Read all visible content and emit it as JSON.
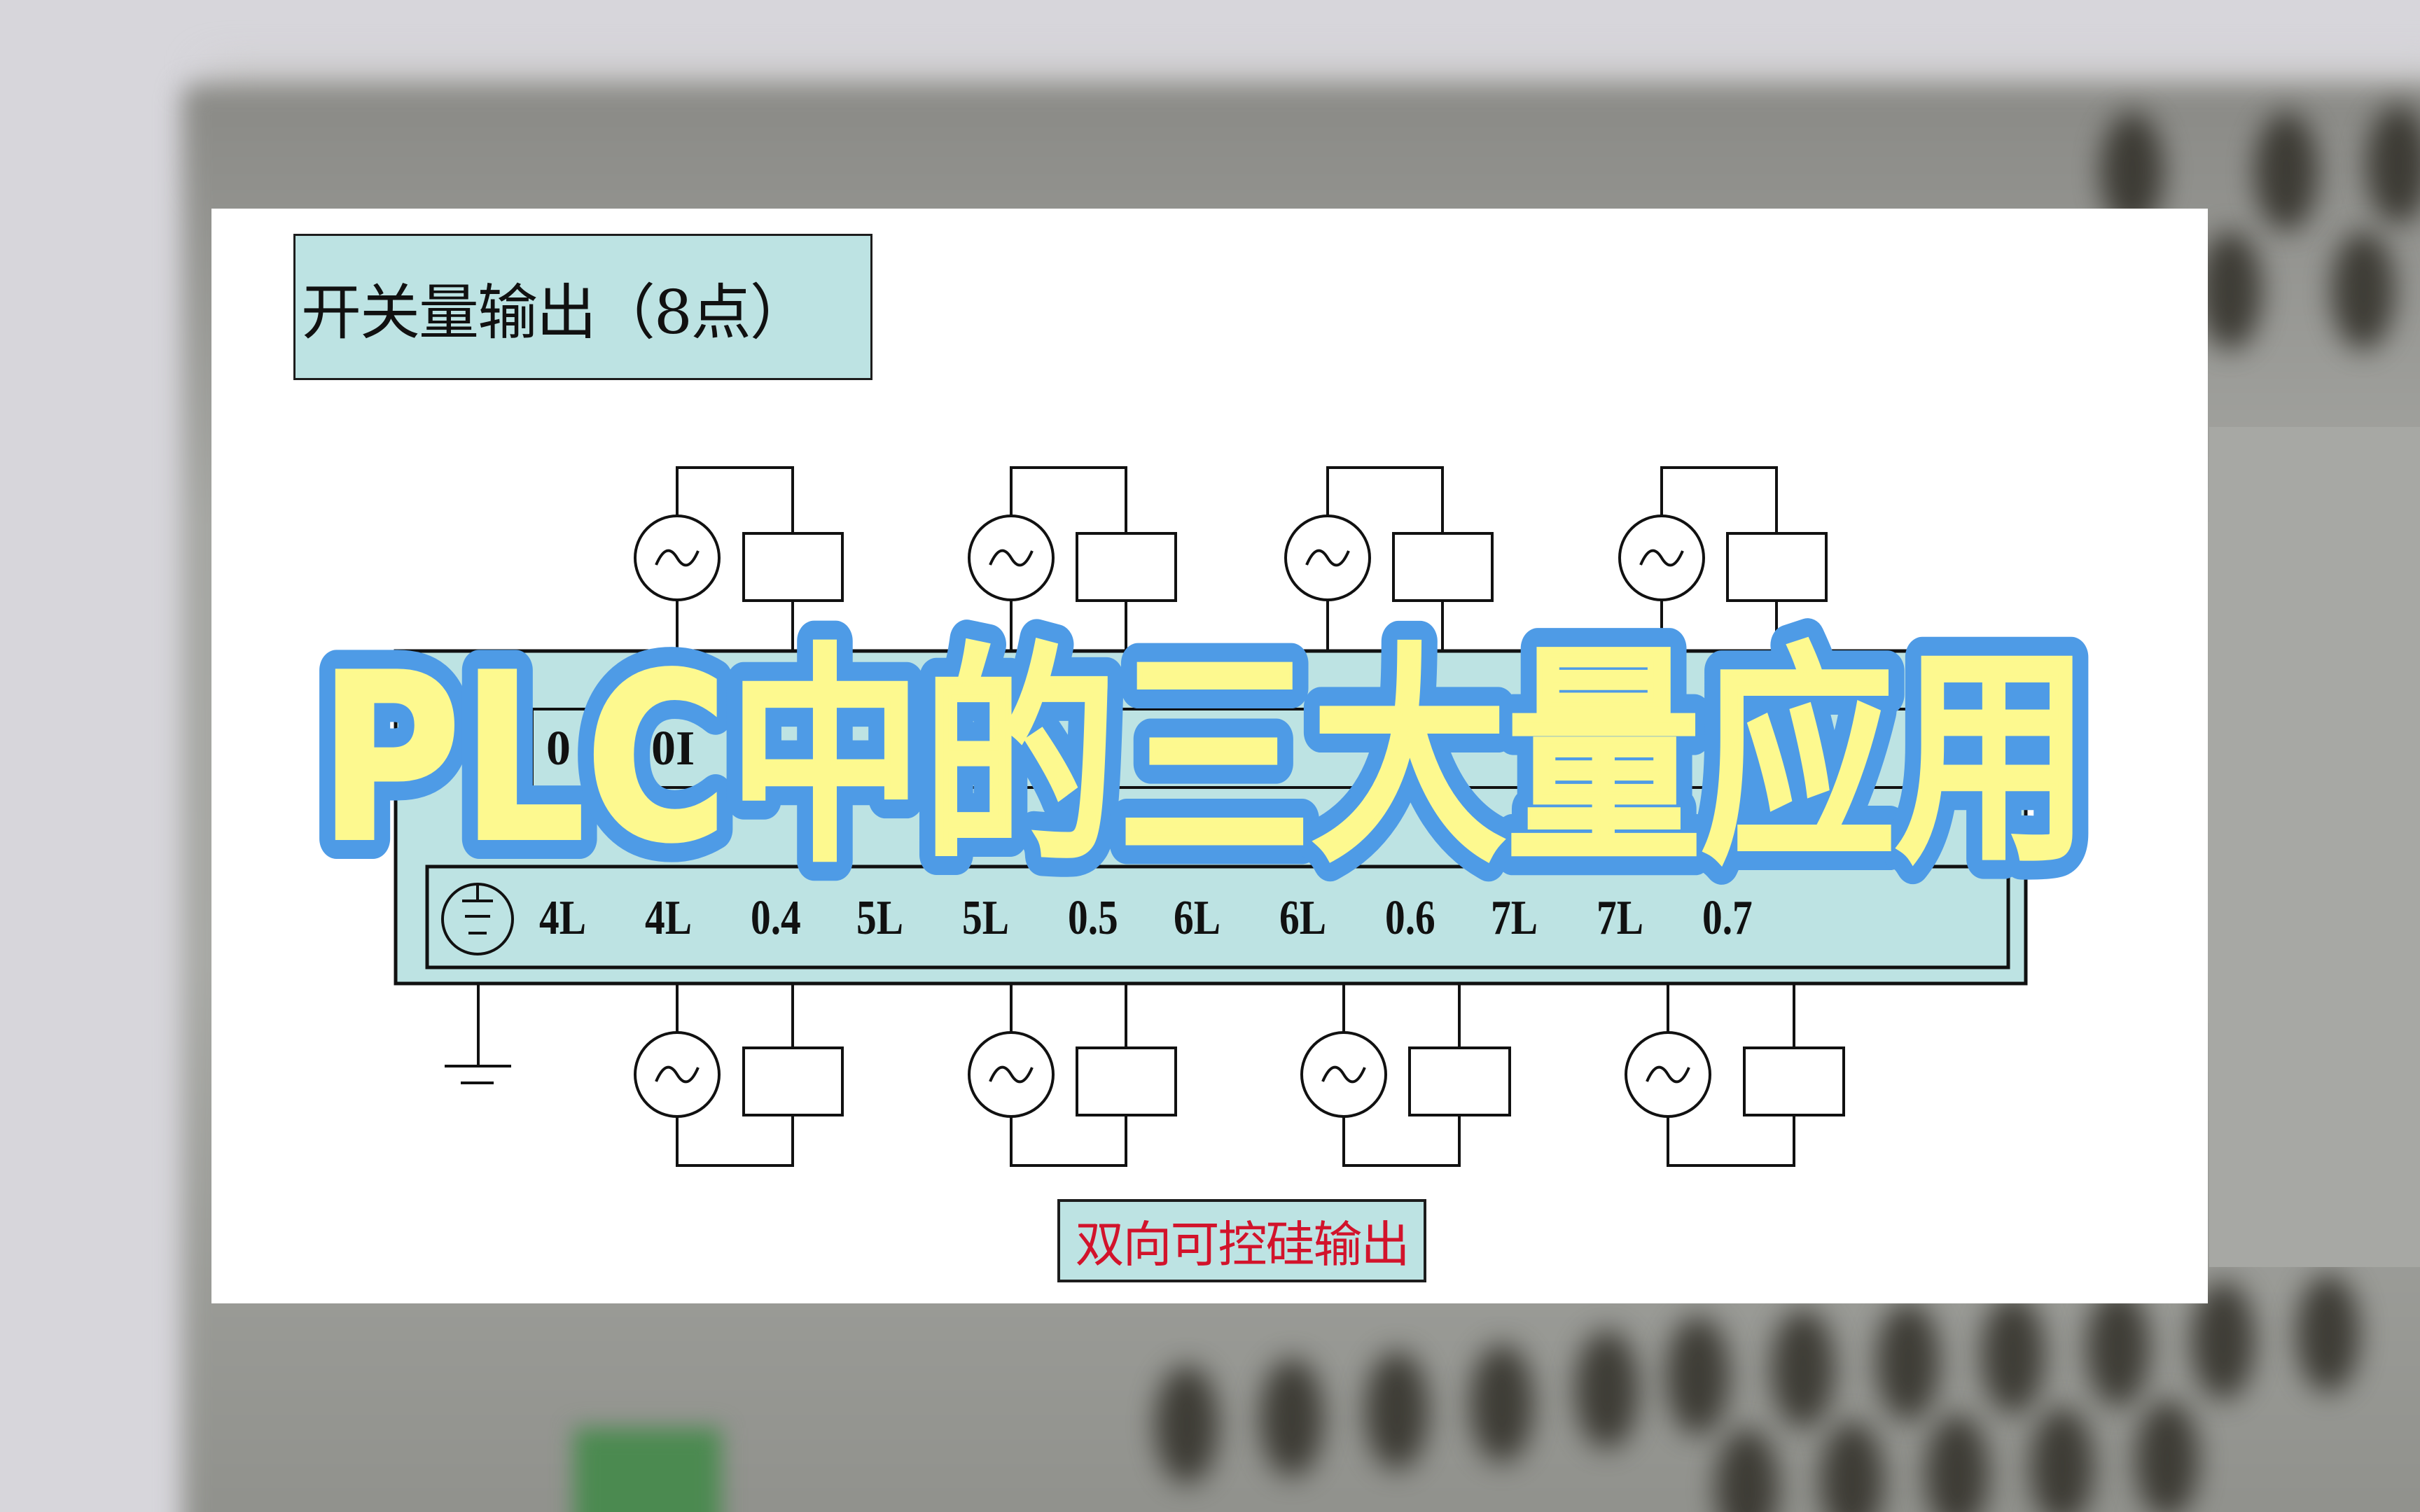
{
  "header": {
    "title": "开关量输出（8点）"
  },
  "overlay_title": {
    "text": "PLC中的三大量应用",
    "fill_color": "#fdf98f",
    "stroke_color": "#4e9be6"
  },
  "module": {
    "upper_row_partial": [
      "0",
      "0I"
    ],
    "terminals": [
      "4L",
      "4L",
      "0.4",
      "5L",
      "5L",
      "0.5",
      "6L",
      "6L",
      "0.6",
      "7L",
      "7L",
      "0.7"
    ],
    "fill_color": "#bde3e3"
  },
  "footer": {
    "caption": "双向可控硅输出",
    "caption_color": "#d2132b"
  },
  "icons": {
    "earth_terminal": "protective-earth-icon",
    "ground": "ground-icon",
    "ac_source": "ac-source-icon",
    "load": "load-box-icon"
  }
}
